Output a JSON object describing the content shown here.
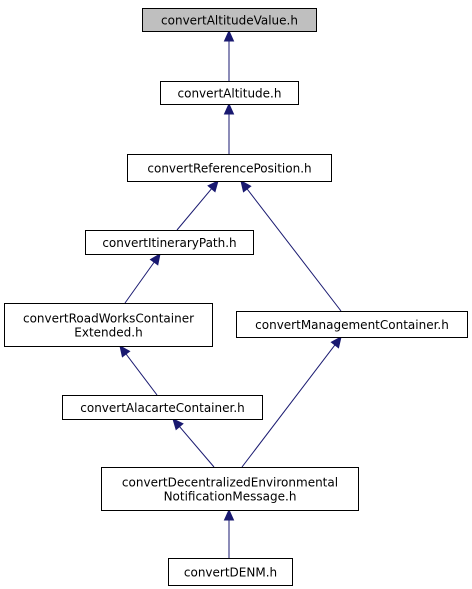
{
  "graph": {
    "nodes": [
      {
        "id": "altvalue",
        "lines": [
          "convertAltitudeValue.h"
        ],
        "current": true
      },
      {
        "id": "altitude",
        "lines": [
          "convertAltitude.h"
        ]
      },
      {
        "id": "refpos",
        "lines": [
          "convertReferencePosition.h"
        ]
      },
      {
        "id": "itinerary",
        "lines": [
          "convertItineraryPath.h"
        ]
      },
      {
        "id": "roadworks",
        "lines": [
          "convertRoadWorksContainer",
          "Extended.h"
        ]
      },
      {
        "id": "management",
        "lines": [
          "convertManagementContainer.h"
        ]
      },
      {
        "id": "alacarte",
        "lines": [
          "convertAlacarteContainer.h"
        ]
      },
      {
        "id": "decentralized",
        "lines": [
          "convertDecentralizedEnvironmental",
          "NotificationMessage.h"
        ]
      },
      {
        "id": "denm",
        "lines": [
          "convertDENM.h"
        ]
      }
    ],
    "edges": [
      {
        "from": "altitude",
        "to": "altvalue"
      },
      {
        "from": "refpos",
        "to": "altitude"
      },
      {
        "from": "itinerary",
        "to": "refpos"
      },
      {
        "from": "management",
        "to": "refpos"
      },
      {
        "from": "roadworks",
        "to": "itinerary"
      },
      {
        "from": "alacarte",
        "to": "roadworks"
      },
      {
        "from": "decentralized",
        "to": "alacarte"
      },
      {
        "from": "decentralized",
        "to": "management"
      },
      {
        "from": "denm",
        "to": "decentralized"
      }
    ],
    "colors": {
      "edge": "#191970",
      "current_node_fill": "#bfbfbf",
      "node_fill": "#ffffff",
      "node_border": "#000000"
    }
  }
}
